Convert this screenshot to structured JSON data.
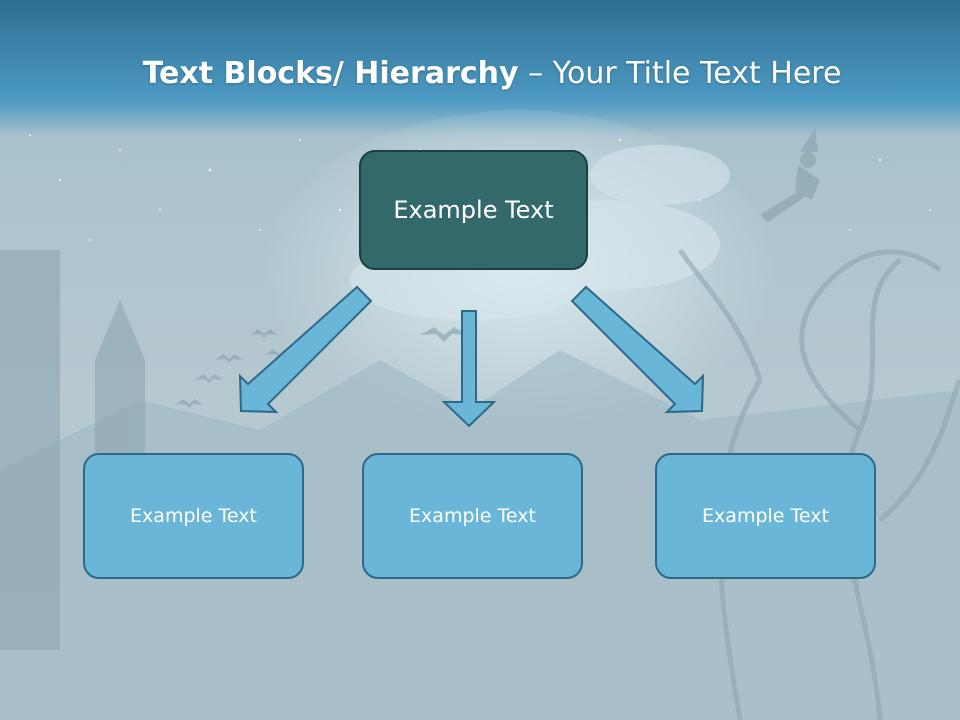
{
  "title": {
    "bold": "Text Blocks/ Hierarchy",
    "separator": " – ",
    "rest": "Your Title Text Here"
  },
  "hierarchy": {
    "top": {
      "label": "Example Text"
    },
    "children": [
      {
        "label": "Example Text"
      },
      {
        "label": "Example Text"
      },
      {
        "label": "Example Text"
      }
    ]
  },
  "colors": {
    "header": "#3f93bc",
    "top_box": "#33696a",
    "child_box": "#6ab6d9",
    "arrow": "#6ab6d9"
  }
}
